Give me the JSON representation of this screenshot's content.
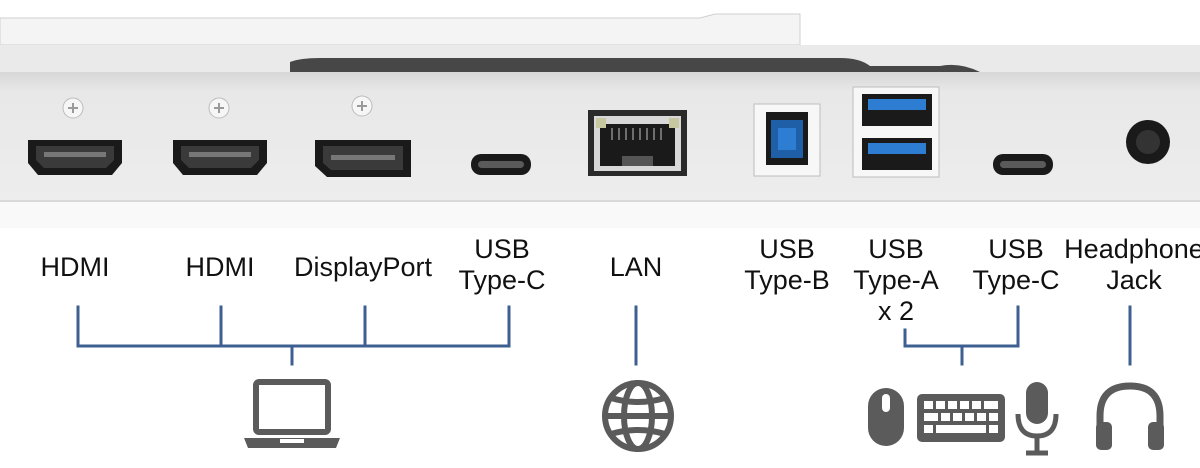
{
  "ports": [
    {
      "id": "hdmi-1",
      "lines": [
        "HDMI"
      ]
    },
    {
      "id": "hdmi-2",
      "lines": [
        "HDMI"
      ]
    },
    {
      "id": "displayport",
      "lines": [
        "DisplayPort"
      ]
    },
    {
      "id": "usb-type-c-1",
      "lines": [
        "USB",
        "Type-C"
      ]
    },
    {
      "id": "lan",
      "lines": [
        "LAN"
      ]
    },
    {
      "id": "usb-type-b",
      "lines": [
        "USB",
        "Type-B"
      ]
    },
    {
      "id": "usb-type-a",
      "lines": [
        "USB",
        "Type-A",
        "x 2"
      ]
    },
    {
      "id": "usb-type-c-2",
      "lines": [
        "USB",
        "Type-C"
      ]
    },
    {
      "id": "headphone-jack",
      "lines": [
        "Headphone",
        "Jack"
      ]
    }
  ],
  "icons": [
    "laptop-icon",
    "globe-icon",
    "mouse-icon",
    "keyboard-icon",
    "microphone-icon",
    "headphones-icon"
  ],
  "colors": {
    "connector_line": "#3d5f91",
    "icon": "#5b5b5b",
    "port_body": "#1a1a1a",
    "panel": "#eeeeee"
  }
}
